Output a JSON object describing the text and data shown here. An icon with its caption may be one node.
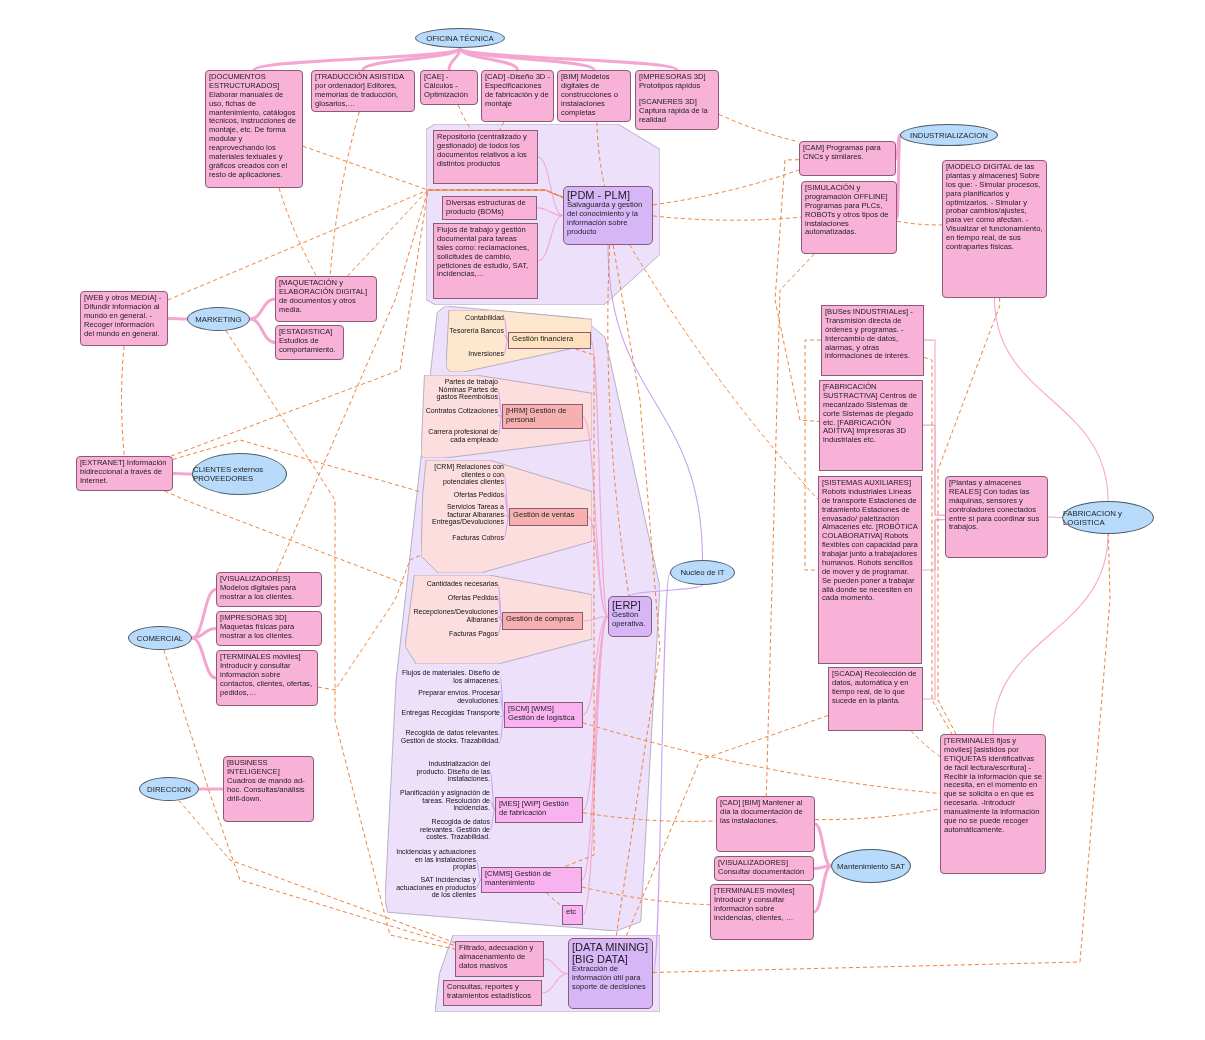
{
  "diagram": {
    "nodes": [
      {
        "text": [
          "OFICINA TÉCNICA"
        ]
      },
      {
        "text": [
          "[DOCUMENTOS ESTRUCTURADOS] Elaborar manuales de uso, fichas de mantenimiento, catálogos técnicos, instrucciones de montaje, etc. De forma modular y reaprovechando los materiales textuales y gráficos creados con el resto de aplicaciones."
        ]
      },
      {
        "text": [
          "[TRADUCCIÓN ASISTIDA por ordenador] Editores, memorias de traducción, glosarios,…"
        ]
      },
      {
        "text": [
          "[CAE] -Cálculos -Optimización"
        ]
      },
      {
        "text": [
          "[CAD] -Diseño 3D -Especificaciones de fabricación y de montaje"
        ]
      },
      {
        "text": [
          "[BIM] Modelos digitales de construcciones o instalaciones completas"
        ]
      },
      {
        "text": [
          "[IMPRESORAS 3D] Prototipos rápidos",
          "[SCANERES 3D] Captura rápida de la realidad"
        ]
      },
      {
        "text": [],
        "shape": "hexagon"
      },
      {
        "text": [
          "Repositorio (centralizado y gestionado) de todos los documentos relativos a los distintos productos"
        ],
        "in": 7
      },
      {
        "text": [
          "Diversas estructuras de producto (BOMs)"
        ],
        "in": 7
      },
      {
        "text": [
          "Flujos de trabajo y gestión documental para tareas tales como: reclamaciones, solicitudes de cambio, peticiones de estudio, SAT, incidencias,…"
        ],
        "in": 7
      },
      {
        "text": [
          "[PDM - PLM]",
          "Salvaguarda y gestión del conocimiento y la información sobre producto"
        ],
        "in": 7
      },
      {
        "text": [
          "INDUSTRIALIZACION"
        ]
      },
      {
        "text": [
          "[CAM] Programas para CNCs y similares."
        ]
      },
      {
        "text": [
          "[SIMULACIÓN y programación OFFLINE] Programas para PLCs, ROBOTs y otros tipos de instalaciones automatizadas."
        ]
      },
      {
        "text": [
          "[MODELO DIGITAL de las plantas y almacenes] Sobre los que: - Simular procesos, para planificarlos y optimizarlos. - Simular y probar cambios/ajustes, para ver cómo afectan. - Visualizar el funcionamiento, en tiempo real, de sus contrapartes físicas."
        ]
      },
      {
        "text": [
          "[BUSes INDUSTRIALes] -Transmisión directa de órdenes y programas. - Intercambio de datos, alarmas, y otras informaciones de interés."
        ]
      },
      {
        "text": [
          "[FABRICACIÓN SUSTRACTIVA] Centros de mecanizado Sistemas de corte Sistemas de plegado etc. [FABRICACIÓN ADITIVA] Impresoras 3D industriales etc."
        ]
      },
      {
        "text": [
          "[SISTEMAS AUXILIARES] Robots industriales Líneas de transporte Estaciones de tratamiento Estaciones de envasado/ paletización Almacenes etc. [ROBÓTICA COLABORATIVA] Robots flexibles con capacidad para trabajar junto a trabajadores humanos. Robots sencillos de mover y de programar. Se pueden poner a trabajar allá donde se necesiten en cada momento."
        ]
      },
      {
        "text": [
          "[SCADA] Recolección de datos, automática y en tiempo real, de lo que sucede en la planta."
        ]
      },
      {
        "text": [
          "[Plantas y almacenes REALES] Con todas las máquinas, sensores y controladores conectados entre sí para coordinar sus trabajos."
        ]
      },
      {
        "text": [
          "FABRICACION y LOGISTICA"
        ]
      },
      {
        "text": [
          "[TERMINALES fijos y móviles] [asistidos por ETIQUETAS identificativas de fácil lectura/escritura] -Recibir la información que se necesita, en el momento en que se solicita o en que es necesaria. -Introducir manualmente la información que no se puede recoger automáticamente."
        ]
      },
      {
        "text": [
          "Mantenimiento SAT"
        ]
      },
      {
        "text": [
          "[CAD] [BIM] Mantener al día la documentación de las instalaciones."
        ]
      },
      {
        "text": [
          "[VISUALIZADORES] Consultar documentación"
        ]
      },
      {
        "text": [
          "[TERMINALES móviles] Introducir y consultar información sobre incidencias, clientes, …"
        ]
      },
      {
        "text": [
          "Nucleo de IT"
        ]
      },
      {
        "text": [
          "[WEB y otros MEDIA] -Difundir información al mundo en general. -Recoger información del mundo en general."
        ]
      },
      {
        "text": [
          "MARKETING"
        ]
      },
      {
        "text": [
          "[MAQUETACIÓN y ELABORACIÓN DIGITAL] de documentos y otros media."
        ]
      },
      {
        "text": [
          "[ESTADISTICA] Estudios de comportamiento."
        ]
      },
      {
        "text": [
          "[EXTRANET] Información bidireccional a través de Internet."
        ]
      },
      {
        "text": [
          "CLIENTES externos PROVEEDORES"
        ]
      },
      {
        "text": [
          "[VISUALIZADORES] Modelos digitales para mostrar a los clientes."
        ]
      },
      {
        "text": [
          "[IMPRESORAS 3D] Maquetas físicas para mostrar a los clientes."
        ]
      },
      {
        "text": [
          "[TERMINALES móviles] Introducir y consultar información sobre contactos, clientes, ofertas, pedidos,…"
        ]
      },
      {
        "text": [
          "COMERCIAL"
        ]
      },
      {
        "text": [
          "[BUSINESS INTELIGENCE] Cuadros de mando ad-hoc. Consultas/análisis drill-down."
        ]
      },
      {
        "text": [
          "DIRECCION"
        ]
      },
      {
        "text": [],
        "shape": "hexagon"
      },
      {
        "text": [],
        "shape": "hexagon",
        "in": 40
      },
      {
        "text": [
          "Contabilidad"
        ],
        "in": 41
      },
      {
        "text": [
          "Tesorería Bancos"
        ],
        "in": 41
      },
      {
        "text": [
          "Inversiones"
        ],
        "in": 41
      },
      {
        "text": [
          "Gestión financiera"
        ],
        "in": 41
      },
      {
        "text": [],
        "shape": "hexagon",
        "in": 40
      },
      {
        "text": [
          "Partes de trabajo Nóminas Partes de gastos Reembolsos"
        ],
        "in": 46
      },
      {
        "text": [
          "Contratos Cotizaciones"
        ],
        "in": 46
      },
      {
        "text": [
          "Carrera profesional de cada empleado"
        ],
        "in": 46
      },
      {
        "text": [
          "[HRM] Gestión de personal"
        ],
        "in": 46
      },
      {
        "text": [],
        "shape": "hexagon",
        "in": 40
      },
      {
        "text": [
          "[CRM] Relaciones con clientes o con potenciales clientes"
        ],
        "in": 51
      },
      {
        "text": [
          "Ofertas Pedidos"
        ],
        "in": 51
      },
      {
        "text": [
          "Servicios Tareas a facturar Albaranes Entregas/Devoluciones"
        ],
        "in": 51
      },
      {
        "text": [
          "Facturas Cobros"
        ],
        "in": 51
      },
      {
        "text": [
          "Gestión de ventas"
        ],
        "in": 51
      },
      {
        "text": [],
        "shape": "hexagon",
        "in": 40
      },
      {
        "text": [
          "Cantidades necesarias"
        ],
        "in": 57
      },
      {
        "text": [
          "Ofertas Pedidos"
        ],
        "in": 57
      },
      {
        "text": [
          "Recepciones/Devoluciones Albaranes"
        ],
        "in": 57
      },
      {
        "text": [
          "Facturas Pagos"
        ],
        "in": 57
      },
      {
        "text": [
          "Gestión de compras"
        ],
        "in": 57
      },
      {
        "text": [
          "Flujos de materiales. Diseño de los almacenes."
        ],
        "in": 40
      },
      {
        "text": [
          "Preparar envíos. Procesar devoluciones."
        ],
        "in": 40
      },
      {
        "text": [
          "Entregas Recogidas Transporte"
        ],
        "in": 40
      },
      {
        "text": [
          "Recogida de datos relevantes. Gestión de stocks. Trazabilidad."
        ],
        "in": 40
      },
      {
        "text": [
          "[SCM] [WMS] Gestión de logística"
        ],
        "in": 40
      },
      {
        "text": [
          "Industrialización del producto. Diseño de las instalaciones."
        ],
        "in": 40
      },
      {
        "text": [
          "Planificación y asignación de tareas. Resolución de incidencias."
        ],
        "in": 40
      },
      {
        "text": [
          "Recogida de datos relevantes. Gestión de costes. Trazabilidad."
        ],
        "in": 40
      },
      {
        "text": [
          "[MES] [WIP] Gestión de fabricación"
        ],
        "in": 40
      },
      {
        "text": [
          "Incidencias y actuaciones en las instalaciones propias"
        ],
        "in": 40
      },
      {
        "text": [
          "SAT Incidencias y actuaciones en productos de los clientes"
        ],
        "in": 40
      },
      {
        "text": [
          "[CMMS] Gestión de mantenimiento"
        ],
        "in": 40
      },
      {
        "text": [
          "etc"
        ],
        "in": 40
      },
      {
        "text": [
          "[ERP]",
          "Gestión operativa."
        ],
        "in": 40
      },
      {
        "text": [],
        "shape": "hexagon"
      },
      {
        "text": [
          "Filtrado, adecuación y almacenamiento de datos masivos"
        ],
        "in": 77
      },
      {
        "text": [
          "Consultas, reportes y tratamientos estadísticos"
        ],
        "in": 77
      },
      {
        "text": [
          "[DATA MINING] [BIG DATA]",
          "Extracción de información útil para soporte de decisiones"
        ],
        "in": 77
      }
    ],
    "edges": [
      {
        "from": 0,
        "to": 1,
        "arrow": "none",
        "style": "thick"
      },
      {
        "from": 0,
        "to": 2,
        "arrow": "none",
        "style": "thick"
      },
      {
        "from": 0,
        "to": 3,
        "arrow": "none",
        "style": "thick"
      },
      {
        "from": 0,
        "to": 4,
        "arrow": "none",
        "style": "thick"
      },
      {
        "from": 0,
        "to": 5,
        "arrow": "none",
        "style": "thick"
      },
      {
        "from": 0,
        "to": 6,
        "arrow": "none",
        "style": "thick"
      },
      {
        "from": 12,
        "to": 13,
        "arrow": "none",
        "style": "thick"
      },
      {
        "from": 12,
        "to": 14,
        "arrow": "none",
        "style": "thick"
      },
      {
        "from": 29,
        "to": 28,
        "arrow": "none",
        "style": "thick"
      },
      {
        "from": 29,
        "to": 30,
        "arrow": "none",
        "style": "thick"
      },
      {
        "from": 29,
        "to": 31,
        "arrow": "none",
        "style": "thick"
      },
      {
        "from": 33,
        "to": 32,
        "arrow": "none",
        "style": "thick"
      },
      {
        "from": 37,
        "to": 34,
        "arrow": "none",
        "style": "thick"
      },
      {
        "from": 37,
        "to": 35,
        "arrow": "none",
        "style": "thick"
      },
      {
        "from": 37,
        "to": 36,
        "arrow": "none",
        "style": "thick"
      },
      {
        "from": 39,
        "to": 38,
        "arrow": "none",
        "style": "thick"
      },
      {
        "from": 23,
        "to": 24,
        "arrow": "none",
        "style": "thick"
      },
      {
        "from": 23,
        "to": 25,
        "arrow": "none",
        "style": "thick"
      },
      {
        "from": 23,
        "to": 26,
        "arrow": "none",
        "style": "thick"
      },
      {
        "from": 21,
        "to": 15,
        "arrow": "none"
      },
      {
        "from": 20,
        "to": 16,
        "arrow": "none"
      },
      {
        "from": 20,
        "to": 17,
        "arrow": "none"
      },
      {
        "from": 20,
        "to": 18,
        "arrow": "none"
      },
      {
        "from": 20,
        "to": 19,
        "arrow": "none"
      },
      {
        "from": 21,
        "to": 20,
        "arrow": "none"
      },
      {
        "from": 21,
        "to": 22,
        "arrow": "none"
      },
      {
        "from": 11,
        "to": 8,
        "arrow": "none"
      },
      {
        "from": 11,
        "to": 9,
        "arrow": "none"
      },
      {
        "from": 11,
        "to": 10,
        "arrow": "none"
      },
      {
        "from": 80,
        "to": 78,
        "arrow": "none"
      },
      {
        "from": 80,
        "to": 79,
        "arrow": "none"
      },
      {
        "from": 76,
        "to": 45,
        "arrow": "none"
      },
      {
        "from": 76,
        "to": 50,
        "arrow": "none"
      },
      {
        "from": 76,
        "to": 56,
        "arrow": "none"
      },
      {
        "from": 76,
        "to": 62,
        "arrow": "none"
      },
      {
        "from": 76,
        "to": 67,
        "arrow": "none"
      },
      {
        "from": 76,
        "to": 71,
        "arrow": "none"
      },
      {
        "from": 76,
        "to": 74,
        "arrow": "none"
      },
      {
        "from": 76,
        "to": 75,
        "arrow": "none"
      },
      {
        "from": 27,
        "to": 11,
        "arrow": "none",
        "color": "#c9a4f4"
      },
      {
        "from": 27,
        "to": 76,
        "arrow": "none",
        "color": "#c9a4f4"
      },
      {
        "from": 27,
        "to": 80,
        "arrow": "none",
        "color": "#c9a4f4"
      },
      {
        "from": 42,
        "to": 45,
        "arrow": "none",
        "color": "#c9a4f4"
      },
      {
        "from": 43,
        "to": 45,
        "arrow": "none",
        "color": "#c9a4f4"
      },
      {
        "from": 44,
        "to": 45,
        "arrow": "none",
        "color": "#c9a4f4"
      },
      {
        "from": 47,
        "to": 50,
        "arrow": "none",
        "color": "#c9a4f4"
      },
      {
        "from": 48,
        "to": 50,
        "arrow": "none",
        "color": "#c9a4f4"
      },
      {
        "from": 49,
        "to": 50,
        "arrow": "none",
        "color": "#c9a4f4"
      },
      {
        "from": 52,
        "to": 56,
        "arrow": "none",
        "color": "#c9a4f4"
      },
      {
        "from": 53,
        "to": 56,
        "arrow": "none",
        "color": "#c9a4f4"
      },
      {
        "from": 54,
        "to": 56,
        "arrow": "none",
        "color": "#c9a4f4"
      },
      {
        "from": 55,
        "to": 56,
        "arrow": "none",
        "color": "#c9a4f4"
      },
      {
        "from": 58,
        "to": 62,
        "arrow": "none",
        "color": "#c9a4f4"
      },
      {
        "from": 59,
        "to": 62,
        "arrow": "none",
        "color": "#c9a4f4"
      },
      {
        "from": 60,
        "to": 62,
        "arrow": "none",
        "color": "#c9a4f4"
      },
      {
        "from": 61,
        "to": 62,
        "arrow": "none",
        "color": "#c9a4f4"
      },
      {
        "from": 63,
        "to": 67,
        "arrow": "none",
        "color": "#c9a4f4"
      },
      {
        "from": 64,
        "to": 67,
        "arrow": "none",
        "color": "#c9a4f4"
      },
      {
        "from": 65,
        "to": 67,
        "arrow": "none",
        "color": "#c9a4f4"
      },
      {
        "from": 66,
        "to": 67,
        "arrow": "none",
        "color": "#c9a4f4"
      },
      {
        "from": 68,
        "to": 71,
        "arrow": "none",
        "color": "#c9a4f4"
      },
      {
        "from": 69,
        "to": 71,
        "arrow": "none",
        "color": "#c9a4f4"
      },
      {
        "from": 70,
        "to": 71,
        "arrow": "none",
        "color": "#c9a4f4"
      },
      {
        "from": 72,
        "to": 74,
        "arrow": "none",
        "color": "#c9a4f4"
      },
      {
        "from": 73,
        "to": 74,
        "arrow": "none",
        "color": "#c9a4f4"
      },
      {
        "from": 1,
        "to": 30,
        "arrow": "none",
        "style": "dashed",
        "color": "#f0823a"
      },
      {
        "from": 2,
        "to": 30,
        "arrow": "none",
        "style": "dashed",
        "color": "#f0823a"
      },
      {
        "from": 1,
        "to": 11,
        "arrow": "none",
        "style": "dashed",
        "color": "#f0823a"
      },
      {
        "from": 3,
        "to": 8,
        "arrow": "none",
        "style": "dashed",
        "color": "#f0823a"
      },
      {
        "from": 4,
        "to": 8,
        "arrow": "none",
        "style": "dashed",
        "color": "#f0823a"
      },
      {
        "from": 5,
        "to": 11,
        "arrow": "none",
        "style": "dashed",
        "color": "#f0823a"
      },
      {
        "from": 28,
        "to": 11,
        "arrow": "none",
        "style": "dashed",
        "color": "#f0823a"
      },
      {
        "from": 32,
        "to": 11,
        "arrow": "none",
        "style": "dashed",
        "color": "#f0823a"
      },
      {
        "from": 30,
        "to": 11,
        "arrow": "none",
        "style": "dashed",
        "color": "#f0823a"
      },
      {
        "from": 6,
        "to": 13,
        "arrow": "none",
        "style": "dashed",
        "color": "#f0823a"
      },
      {
        "from": 11,
        "to": 13,
        "arrow": "none",
        "style": "dashed",
        "color": "#f0823a"
      },
      {
        "from": 11,
        "to": 14,
        "arrow": "none",
        "style": "dashed",
        "color": "#f0823a"
      },
      {
        "from": 14,
        "to": 15,
        "arrow": "none",
        "style": "dashed",
        "color": "#f0823a"
      },
      {
        "from": 13,
        "to": 17,
        "arrow": "none",
        "style": "dashed",
        "color": "#f0823a"
      },
      {
        "from": 14,
        "to": 24,
        "arrow": "none",
        "style": "dashed",
        "color": "#f0823a"
      },
      {
        "from": 16,
        "to": 22,
        "arrow": "none",
        "style": "dashed",
        "color": "#f0823a"
      },
      {
        "from": 19,
        "to": 22,
        "arrow": "none",
        "style": "dashed",
        "color": "#f0823a"
      },
      {
        "from": 15,
        "to": 22,
        "arrow": "none",
        "style": "dashed",
        "color": "#f0823a"
      },
      {
        "from": 67,
        "to": 22,
        "arrow": "none",
        "style": "dashed",
        "color": "#f0823a"
      },
      {
        "from": 24,
        "to": 22,
        "arrow": "none",
        "style": "dashed",
        "color": "#f0823a"
      },
      {
        "from": 71,
        "to": 24,
        "arrow": "none",
        "style": "dashed",
        "color": "#f0823a"
      },
      {
        "from": 74,
        "to": 26,
        "arrow": "none",
        "style": "dashed",
        "color": "#f0823a"
      },
      {
        "from": 11,
        "to": 76,
        "arrow": "none",
        "style": "dashed",
        "color": "#f0823a"
      },
      {
        "from": 11,
        "to": 80,
        "arrow": "none",
        "style": "dashed",
        "color": "#f0823a"
      },
      {
        "from": 11,
        "to": 18,
        "arrow": "none",
        "style": "dashed",
        "color": "#f0823a"
      },
      {
        "from": 32,
        "to": 51,
        "arrow": "none",
        "style": "dashed",
        "color": "#f0823a"
      },
      {
        "from": 32,
        "to": 57,
        "arrow": "none",
        "style": "dashed",
        "color": "#f0823a"
      },
      {
        "from": 36,
        "to": 51,
        "arrow": "none",
        "style": "dashed",
        "color": "#f0823a"
      },
      {
        "from": 37,
        "to": 78,
        "arrow": "none",
        "style": "dashed",
        "color": "#f0823a"
      },
      {
        "from": 39,
        "to": 78,
        "arrow": "none",
        "style": "dashed",
        "color": "#f0823a"
      },
      {
        "from": 29,
        "to": 78,
        "arrow": "none",
        "style": "dashed",
        "color": "#f0823a"
      },
      {
        "from": 28,
        "to": 32,
        "arrow": "none",
        "style": "dashed",
        "color": "#f0823a"
      },
      {
        "from": 45,
        "to": 74,
        "arrow": "none",
        "style": "dashed",
        "color": "#f0823a"
      },
      {
        "from": 80,
        "to": 21,
        "arrow": "none",
        "style": "dashed",
        "color": "#f0823a"
      },
      {
        "from": 74,
        "to": 75,
        "arrow": "none",
        "style": "dashed",
        "color": "#f0823a"
      },
      {
        "from": 34,
        "to": 11,
        "arrow": "none",
        "style": "dashed",
        "color": "#f0823a"
      },
      {
        "from": 19,
        "to": 80,
        "arrow": "none",
        "style": "dashed",
        "color": "#f0823a"
      },
      {
        "from": 16,
        "to": 18,
        "arrow": "none",
        "style": "dashed",
        "color": "#f0823a"
      }
    ]
  }
}
